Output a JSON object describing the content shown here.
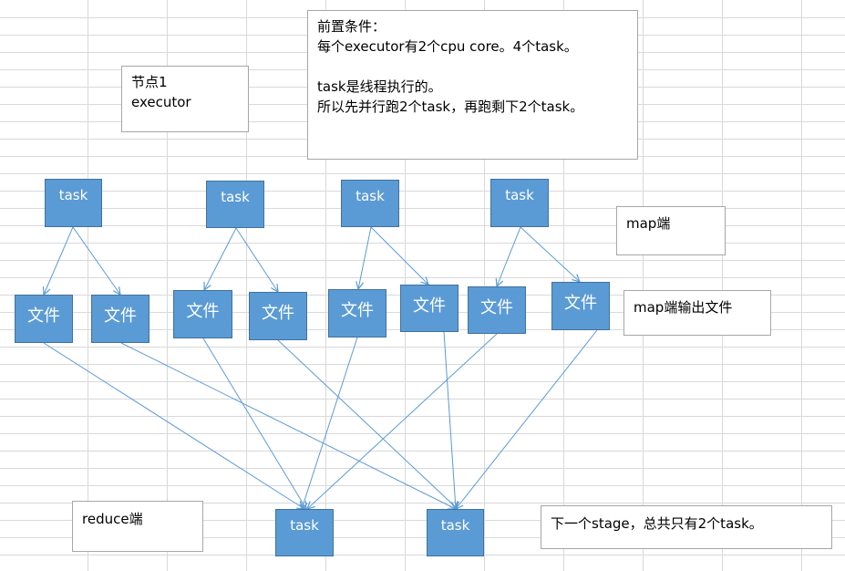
{
  "colors": {
    "box_fill": "#5b9bd5",
    "box_border": "#41719c",
    "arrow": "#5b9bd5",
    "grid": "#d9d9d9"
  },
  "notes": {
    "node": "节点1\nexecutor",
    "precondition": "前置条件：\n每个executor有2个cpu core。4个task。\n\ntask是线程执行的。\n所以先并行跑2个task，再跑剩下2个task。",
    "map_side": "map端",
    "map_output": "map端输出文件",
    "reduce_side": "reduce端",
    "next_stage": "下一个stage，总共只有2个task。"
  },
  "map_tasks": [
    "task",
    "task",
    "task",
    "task"
  ],
  "files": [
    "文件",
    "文件",
    "文件",
    "文件",
    "文件",
    "文件",
    "文件",
    "文件"
  ],
  "reduce_tasks": [
    "task",
    "task"
  ]
}
